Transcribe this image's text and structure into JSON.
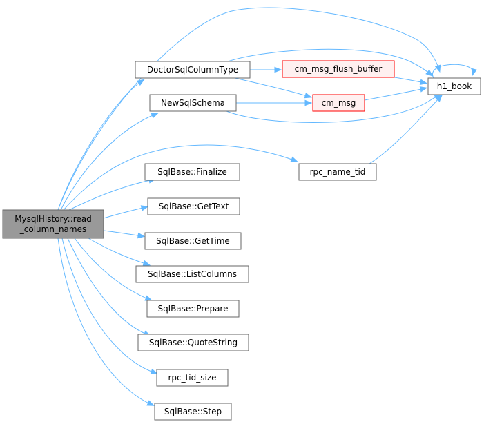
{
  "colors": {
    "edge": "#63b8ff",
    "node_border": "#666666",
    "node_fill": "#ffffff",
    "root_fill": "#999999",
    "highlight_border": "#ff0000",
    "highlight_fill": "#fff0f0"
  },
  "nodes": [
    {
      "id": "root",
      "lines": [
        "MysqlHistory::read",
        "_column_names"
      ],
      "style": "root"
    },
    {
      "id": "doctor",
      "lines": [
        "DoctorSqlColumnType"
      ],
      "style": "normal"
    },
    {
      "id": "newschema",
      "lines": [
        "NewSqlSchema"
      ],
      "style": "normal"
    },
    {
      "id": "finalize",
      "lines": [
        "SqlBase::Finalize"
      ],
      "style": "normal"
    },
    {
      "id": "gettext",
      "lines": [
        "SqlBase::GetText"
      ],
      "style": "normal"
    },
    {
      "id": "gettime",
      "lines": [
        "SqlBase::GetTime"
      ],
      "style": "normal"
    },
    {
      "id": "listcols",
      "lines": [
        "SqlBase::ListColumns"
      ],
      "style": "normal"
    },
    {
      "id": "prepare",
      "lines": [
        "SqlBase::Prepare"
      ],
      "style": "normal"
    },
    {
      "id": "quote",
      "lines": [
        "SqlBase::QuoteString"
      ],
      "style": "normal"
    },
    {
      "id": "tidsize",
      "lines": [
        "rpc_tid_size"
      ],
      "style": "normal"
    },
    {
      "id": "step",
      "lines": [
        "SqlBase::Step"
      ],
      "style": "normal"
    },
    {
      "id": "flush",
      "lines": [
        "cm_msg_flush_buffer"
      ],
      "style": "highlight"
    },
    {
      "id": "cmmsg",
      "lines": [
        "cm_msg"
      ],
      "style": "highlight"
    },
    {
      "id": "nametid",
      "lines": [
        "rpc_name_tid"
      ],
      "style": "normal"
    },
    {
      "id": "h1book",
      "lines": [
        "h1_book"
      ],
      "style": "normal"
    }
  ],
  "edges": [
    {
      "from": "root",
      "to": "h1book"
    },
    {
      "from": "root",
      "to": "doctor"
    },
    {
      "from": "root",
      "to": "newschema"
    },
    {
      "from": "root",
      "to": "nametid"
    },
    {
      "from": "root",
      "to": "finalize"
    },
    {
      "from": "root",
      "to": "gettext"
    },
    {
      "from": "root",
      "to": "gettime"
    },
    {
      "from": "root",
      "to": "listcols"
    },
    {
      "from": "root",
      "to": "prepare"
    },
    {
      "from": "root",
      "to": "quote"
    },
    {
      "from": "root",
      "to": "tidsize"
    },
    {
      "from": "root",
      "to": "step"
    },
    {
      "from": "doctor",
      "to": "flush"
    },
    {
      "from": "doctor",
      "to": "cmmsg"
    },
    {
      "from": "doctor",
      "to": "h1book"
    },
    {
      "from": "newschema",
      "to": "cmmsg"
    },
    {
      "from": "newschema",
      "to": "h1book"
    },
    {
      "from": "flush",
      "to": "h1book"
    },
    {
      "from": "cmmsg",
      "to": "h1book"
    },
    {
      "from": "nametid",
      "to": "h1book"
    },
    {
      "from": "h1book",
      "to": "h1book"
    }
  ]
}
